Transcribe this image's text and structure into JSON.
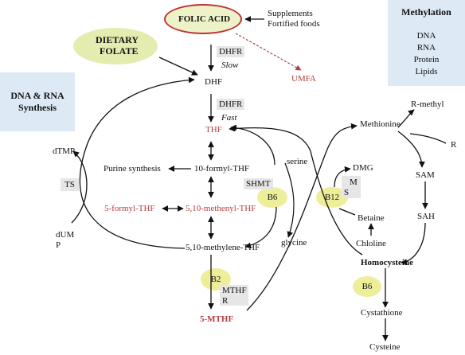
{
  "center": {
    "folic_acid": "FOLIC ACID",
    "supplements_line1": "Supplements",
    "supplements_line2": "Fortified foods",
    "umfa": "UMFA",
    "dietary_line1": "DIETARY",
    "dietary_line2": "FOLATE",
    "dhf": "DHF",
    "dhfr1": "DHFR",
    "slow": "Slow",
    "dhfr2": "DHFR",
    "fast": "Fast",
    "thf": "THF",
    "purine": "Purine synthesis",
    "formyl_thf": "10-formyl-THF",
    "five_formyl_thf": "5-formyl-THF",
    "methenyl_thf": "5,10-methenyl-THF",
    "methylene_thf": "5,10-methylene-THF",
    "shmt": "SHMT",
    "b6_shmt": "B6",
    "serine": "serine",
    "glycine": "glycine",
    "b2": "B2",
    "mthfr_line1": "MTHF",
    "mthfr_line2": "R",
    "five_mthf": "5-MTHF"
  },
  "dna_synthesis": {
    "title_line1": "DNA & RNA",
    "title_line2": "Synthesis",
    "dtmp": "dTMP",
    "ts": "TS",
    "dump_line1": "dUM",
    "dump_line2": "P"
  },
  "methylation": {
    "title": "Methylation",
    "items": [
      "DNA",
      "RNA",
      "Protein",
      "Lipids"
    ],
    "methionine": "Methionine",
    "r_methyl": "R-methyl",
    "r": "R",
    "sam": "SAM",
    "sah": "SAH",
    "dmg": "DMG",
    "ms_line1": "M",
    "ms_line2": "S",
    "b12": "B12",
    "betaine": "Betaine",
    "chloline": "Chloline",
    "homocysteine": "Homocysteine",
    "b6": "B6",
    "cystathione": "Cystathione",
    "cysteine": "Cysteine"
  }
}
